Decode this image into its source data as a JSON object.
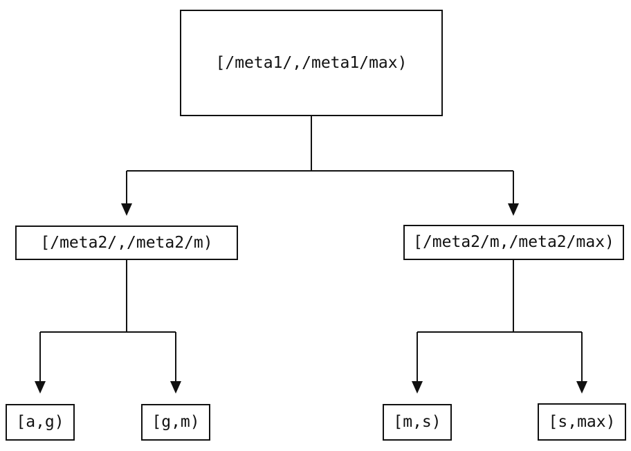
{
  "tree": {
    "root": {
      "label": "[/meta1/,/meta1/max)"
    },
    "children": [
      {
        "label": "[/meta2/,/meta2/m)",
        "children": [
          {
            "label": "[a,g)"
          },
          {
            "label": "[g,m)"
          }
        ]
      },
      {
        "label": "[/meta2/m,/meta2/max)",
        "children": [
          {
            "label": "[m,s)"
          },
          {
            "label": "[s,max)"
          }
        ]
      }
    ],
    "edges": [
      {
        "from": "[/meta1/,/meta1/max)",
        "to": "[/meta2/,/meta2/m)"
      },
      {
        "from": "[/meta1/,/meta1/max)",
        "to": "[/meta2/m,/meta2/max)"
      },
      {
        "from": "[/meta2/,/meta2/m)",
        "to": "[a,g)"
      },
      {
        "from": "[/meta2/,/meta2/m)",
        "to": "[g,m)"
      },
      {
        "from": "[/meta2/m,/meta2/max)",
        "to": "[m,s)"
      },
      {
        "from": "[/meta2/m,/meta2/max)",
        "to": "[s,max)"
      }
    ],
    "colors": {
      "line": "#111111",
      "text": "#111111",
      "background": "#ffffff"
    }
  }
}
